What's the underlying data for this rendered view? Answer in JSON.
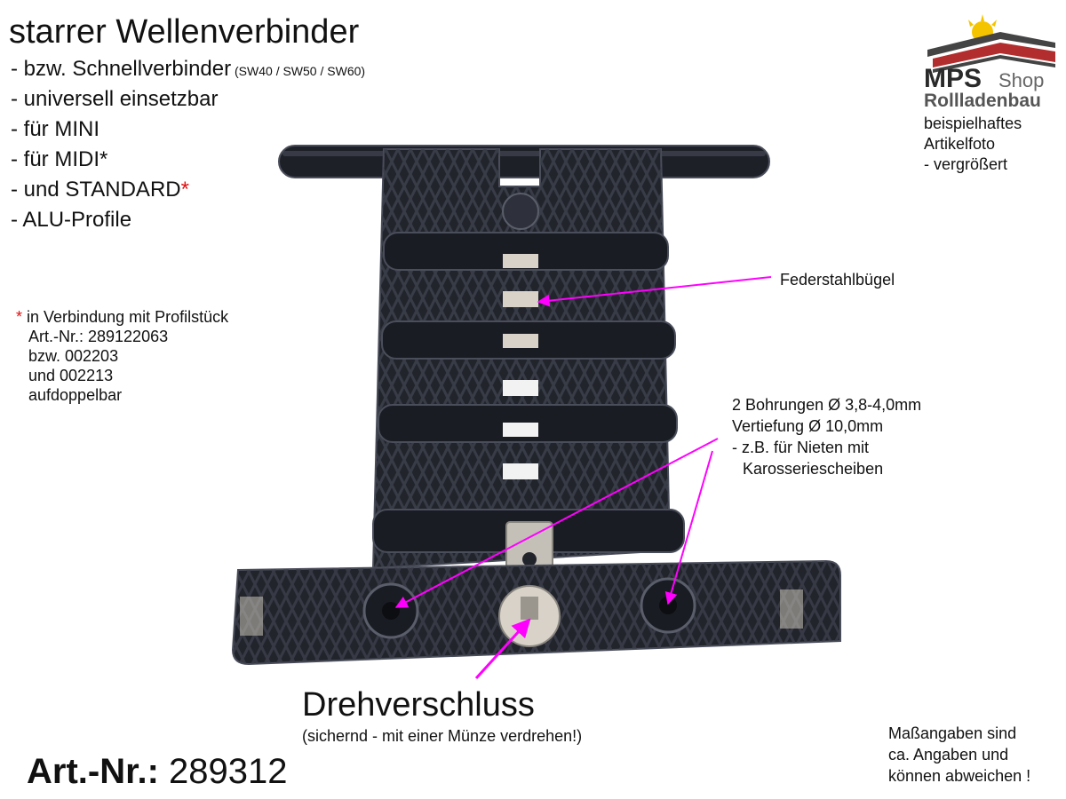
{
  "title": "starrer Wellenverbinder",
  "features": [
    {
      "text": "- bzw. Schnellverbinder",
      "small": " (SW40 / SW50 / SW60)"
    },
    {
      "text": "- universell einsetzbar"
    },
    {
      "text": "- für MINI"
    },
    {
      "text": "- für MIDI*"
    },
    {
      "text": "- und STANDARD",
      "star": "*"
    },
    {
      "text": "- ALU-Profile"
    }
  ],
  "note": {
    "star": "*",
    "line1": " in Verbindung mit Profilstück",
    "line2": "Art.-Nr.: 289122063",
    "line3": "bzw. 002203",
    "line4": "und 002213",
    "line5": "aufdoppelbar"
  },
  "logo": {
    "brand": "MPS",
    "shop": "Shop",
    "sub": "Rollladenbau",
    "colors": {
      "roof_red": "#b22d2d",
      "roof_dark": "#444444",
      "sun": "#f5c400"
    }
  },
  "logo_caption": [
    "beispielhaftes",
    "Artikelfoto",
    "- vergrößert"
  ],
  "labels": {
    "federstahl": "Federstahlbügel",
    "bohrungen": [
      "2 Bohrungen Ø 3,8-4,0mm",
      "Vertiefung Ø 10,0mm",
      "- z.B. für Nieten mit",
      "Karosseriescheiben"
    ]
  },
  "drehverschluss": {
    "title": "Drehverschluss",
    "sub": "(sichernd - mit einer Münze verdrehen!)"
  },
  "article": {
    "label": "Art.-Nr.:",
    "number": " 289312"
  },
  "disclaimer": [
    "Maßangaben sind",
    "ca. Angaben und",
    "können abweichen !"
  ],
  "colors": {
    "arrow": "#ff00ff",
    "part": "#22242c",
    "part_edge": "#4a4e5a",
    "metal": "#d8d2c8"
  }
}
